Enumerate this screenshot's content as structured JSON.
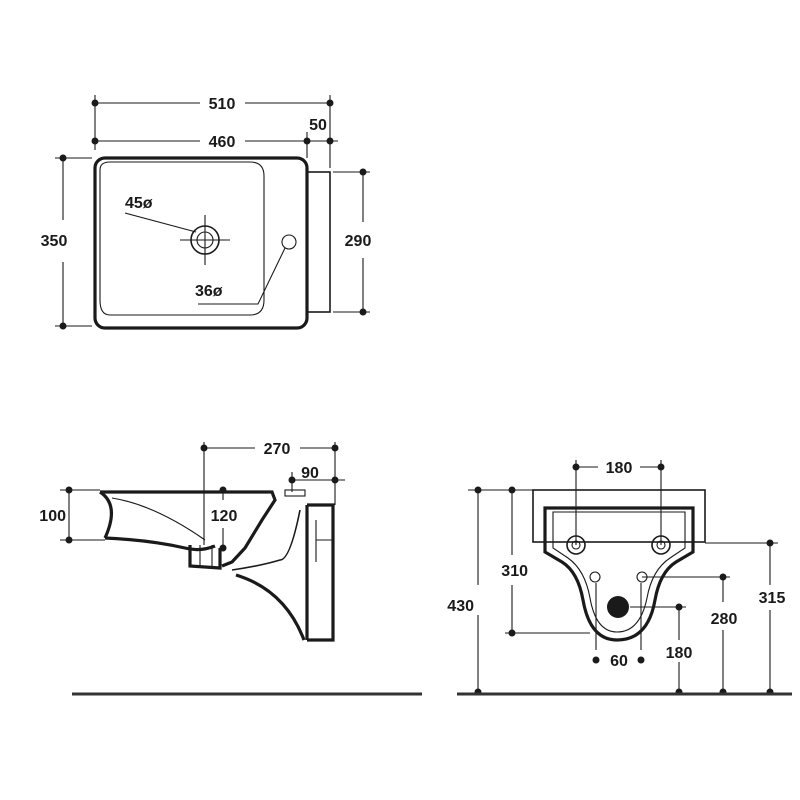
{
  "top_view": {
    "overall_width": "510",
    "basin_width": "460",
    "rim_offset": "50",
    "depth": "350",
    "back_height": "290",
    "tap_hole_label": "45ø",
    "overflow_label": "36ø"
  },
  "side_view": {
    "projection": "270",
    "back_thickness": "90",
    "rim_height": "100",
    "drain_offset": "120"
  },
  "front_view": {
    "bolt_spacing": "180",
    "bolt_height": "310",
    "rim_height": "430",
    "back_top_height": "315",
    "outlet_spacing": "60",
    "outlet_height": "180",
    "mid_height": "280"
  },
  "colors": {
    "line": "#1a1a1a",
    "floor": "#333333"
  }
}
